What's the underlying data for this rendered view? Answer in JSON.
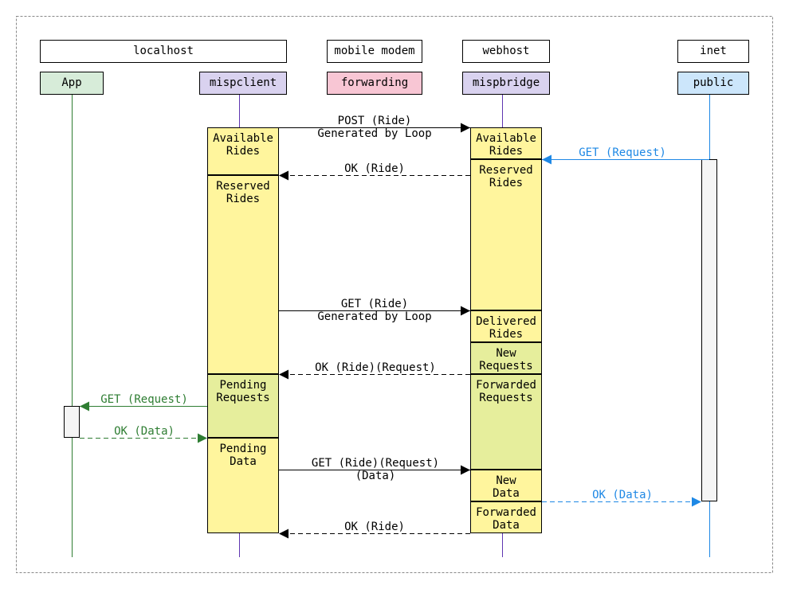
{
  "colors": {
    "black": "#000000",
    "green": "#2e7d32",
    "blue": "#1e88e5",
    "purple": "#5e35b1",
    "activation_yellow": "#fff59d",
    "activation_olive": "#e6ee9c",
    "activation_gray": "#f5f5f5",
    "app_fill": "#d7ecd9",
    "mispclient_fill": "#d9d2ef",
    "forwarding_fill": "#f8c6d4",
    "mispbridge_fill": "#d9d2ef",
    "public_fill": "#cce6fb"
  },
  "groups": [
    {
      "label": "localhost"
    },
    {
      "label": "mobile modem"
    },
    {
      "label": "webhost"
    },
    {
      "label": "inet"
    }
  ],
  "participants": [
    {
      "label": "App"
    },
    {
      "label": "mispclient"
    },
    {
      "label": "forwarding"
    },
    {
      "label": "mispbridge"
    },
    {
      "label": "public"
    }
  ],
  "mispclient_blocks": [
    {
      "lines": [
        "Available",
        "Rides"
      ]
    },
    {
      "lines": [
        "Reserved",
        "Rides"
      ]
    },
    {
      "lines": [
        "Pending",
        "Requests"
      ]
    },
    {
      "lines": [
        "Pending",
        "Data"
      ]
    }
  ],
  "mispbridge_blocks": [
    {
      "lines": [
        "Available",
        "Rides"
      ]
    },
    {
      "lines": [
        "Reserved",
        "Rides"
      ]
    },
    {
      "lines": [
        "Delivered",
        "Rides"
      ]
    },
    {
      "lines": [
        "New",
        "Requests"
      ]
    },
    {
      "lines": [
        "Forwarded",
        "Requests"
      ]
    },
    {
      "lines": [
        "New",
        "Data"
      ]
    },
    {
      "lines": [
        "Forwarded",
        "Data"
      ]
    }
  ],
  "messages": [
    {
      "lines": [
        "POST (Ride)",
        "Generated by Loop"
      ]
    },
    {
      "lines": [
        "GET (Request)"
      ]
    },
    {
      "lines": [
        "OK (Ride)"
      ]
    },
    {
      "lines": [
        "GET (Ride)",
        "Generated by Loop"
      ]
    },
    {
      "lines": [
        "OK (Ride)(Request)"
      ]
    },
    {
      "lines": [
        "GET (Request)"
      ]
    },
    {
      "lines": [
        "OK (Data)"
      ]
    },
    {
      "lines": [
        "GET (Ride)(Request)",
        "(Data)"
      ]
    },
    {
      "lines": [
        "OK (Data)"
      ]
    },
    {
      "lines": [
        "OK (Ride)"
      ]
    }
  ]
}
